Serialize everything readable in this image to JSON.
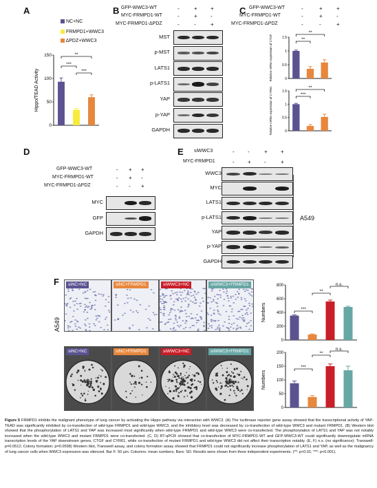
{
  "panels": {
    "A": "A",
    "B": "B",
    "C": "C",
    "D": "D",
    "E": "E",
    "F": "F"
  },
  "colors": {
    "navy": "#5a5390",
    "yellow": "#f7ec3a",
    "orange": "#e7873d",
    "red": "#c81e28",
    "teal": "#67a7a4"
  },
  "panelA": {
    "legend": [
      "NC+NC",
      "FRMPD1+WWC3",
      "ΔPDZ+WWC3"
    ],
    "sig": [
      "***",
      "**",
      "***"
    ],
    "chart_data": {
      "type": "bar",
      "categories": [
        "NC+NC",
        "FRMPD1+WWC3",
        "ΔPDZ+WWC3"
      ],
      "values": [
        93,
        33,
        60
      ],
      "errors": [
        8,
        3,
        5
      ],
      "ylabel": "Hippo/TEAD Activity",
      "ylim": [
        0,
        150
      ],
      "yticks": [
        "0",
        "50",
        "100",
        "150"
      ]
    }
  },
  "panelB": {
    "conds": [
      "GFP-WWC3-WT",
      "MYC-FRMPD1-WT",
      "MYC-FRMPD1-ΔPDZ"
    ],
    "signs": [
      [
        "-",
        "+",
        "+"
      ],
      [
        "-",
        "+",
        "-"
      ],
      [
        "-",
        "-",
        "+"
      ]
    ],
    "blots": [
      "MST",
      "p-MST",
      "LATS1",
      "p-LATS1",
      "YAP",
      "p-YAP",
      "GAPDH"
    ]
  },
  "panelC": {
    "conds": [
      "GFP-WWC3-WT",
      "MYC-FRMPD1-WT",
      "MYC-FRMPD1-ΔPDZ"
    ],
    "signs": [
      [
        "-",
        "+",
        "+"
      ],
      [
        "-",
        "+",
        "-"
      ],
      [
        "-",
        "-",
        "+"
      ]
    ],
    "charts": [
      {
        "sig": [
          "**",
          "**"
        ],
        "chart_data": {
          "type": "bar",
          "values": [
            1.0,
            0.35,
            0.58
          ],
          "errors": [
            0.03,
            0.08,
            0.1
          ],
          "ylabel": "Relative mRNA expression of CTGF",
          "ylim": [
            0,
            1.5
          ],
          "yticks": [
            "0",
            "0.5",
            "1",
            "1.5"
          ]
        }
      },
      {
        "sig": [
          "***",
          "**"
        ],
        "chart_data": {
          "type": "bar",
          "values": [
            1.0,
            0.18,
            0.52
          ],
          "errors": [
            0.03,
            0.05,
            0.1
          ],
          "ylabel": "Relative mRNA expression of CYR61",
          "ylim": [
            0,
            1.5
          ],
          "yticks": [
            "0",
            "0.5",
            "1",
            "1.5"
          ]
        }
      }
    ]
  },
  "panelD": {
    "conds": [
      "GFP-WWC3-WT",
      "MYC-FRMPD1-WT",
      "MYC-FRMPD1-ΔPDZ"
    ],
    "signs": [
      [
        "-",
        "+",
        "+"
      ],
      [
        "-",
        "+",
        "-"
      ],
      [
        "-",
        "-",
        "+"
      ]
    ],
    "blots": [
      "MYC",
      "GFP",
      "GAPDH"
    ]
  },
  "panelE": {
    "conds": [
      "siWWC3",
      "MYC-FRMPD1"
    ],
    "signs": [
      [
        "-",
        "-",
        "+",
        "+"
      ],
      [
        "-",
        "+",
        "-",
        "+"
      ]
    ],
    "blots": [
      "WWC3",
      "MYC",
      "LATS1",
      "p-LATS1",
      "YAP",
      "p-YAP",
      "GAPDH"
    ],
    "cell": "A549"
  },
  "panelF": {
    "groups": [
      "siNC+NC",
      "siNC+FRMPD1",
      "siWWC3+NC",
      "siWWC3+FRMPD1"
    ],
    "cell": "A549",
    "charts": [
      {
        "sig": [
          "***",
          "**",
          "n.s."
        ],
        "chart_data": {
          "type": "bar",
          "categories": [
            "siNC+NC",
            "siNC+FRMPD1",
            "siWWC3+NC",
            "siWWC3+FRMPD1"
          ],
          "values": [
            355,
            80,
            560,
            480
          ],
          "errors": [
            10,
            8,
            20,
            12
          ],
          "ylabel": "Numbers",
          "ylim": [
            0,
            800
          ],
          "yticks": [
            "0",
            "200",
            "400",
            "600",
            "800"
          ]
        }
      },
      {
        "sig": [
          "***",
          "**",
          "n.s."
        ],
        "chart_data": {
          "type": "bar",
          "categories": [
            "siNC+NC",
            "siNC+FRMPD1",
            "siWWC3+NC",
            "siWWC3+FRMPD1"
          ],
          "values": [
            88,
            38,
            150,
            135
          ],
          "errors": [
            8,
            5,
            8,
            15
          ],
          "ylabel": "Numbers",
          "ylim": [
            0,
            200
          ],
          "yticks": [
            "0",
            "50",
            "100",
            "150",
            "200"
          ]
        }
      }
    ]
  },
  "caption": {
    "lead": "Figure 5",
    "text": " FRMPD1 inhibits the malignant phenotype of lung cancer by activating the Hippo pathway via interaction with WWC3. (A) The luciferase reporter gene assay showed that the transcriptional activity of YAP-TEAD was significantly inhibited by co-transfection of wild-type FRMPD1 and wild-type WWC3, and the inhibitory level was decreased by co-transfection of wild-type WWC3 and mutant FRMPD1. (B) Western blot showed that the phosphorylation of LATS1 and YAP was increased most significantly when wild-type FRMPD1 and wild-type WWC3 were co-transfected. The phosphorylation of LATS1 and YAP was not notably increased when the wild-type WWC3 and mutant FRMPD1 were co-transfected. (C, D) RT-qPCR showed that co-transfection of MYC-FRMPD1-WT and GFP-WWC3-WT could significantly downregulate mRNA transcription levels of the YAP downstream genes, CTGF and CYR61, while co-transfection of mutant FRMPD1 and wild-type WWC3 did not affect their transcription notably. (E, F) n.s. (no significance): Transwell: p=0.0512; Colony formation: p=0.0598) Western blot, Transwell assay, and colony formation assay showed that FRMPD1 could not significantly increase phosphorylation of LATS1 and YAP, as well as the malignancy of lung cancer cells when WWC3 expression was silenced. Bar F: 50 μm. Columns: mean numbers, Bars: SD. Results were shown from three independent experiments. (**: p<0.01; ***: p<0.001)."
  }
}
